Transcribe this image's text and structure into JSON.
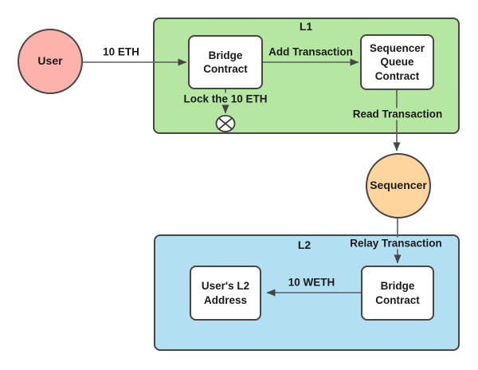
{
  "diagram": {
    "groups": {
      "l1": {
        "label": "L1"
      },
      "l2": {
        "label": "L2"
      }
    },
    "nodes": {
      "user": {
        "label": "User",
        "shape": "circle",
        "fill": "#fdb2ac"
      },
      "bridge_l1": {
        "label": "Bridge Contract",
        "shape": "rounded-box",
        "fill": "#ffffff"
      },
      "sequencer_queue": {
        "label": "Sequencer Queue Contract",
        "shape": "rounded-box",
        "fill": "#ffffff"
      },
      "sequencer": {
        "label": "Sequencer",
        "shape": "circle",
        "fill": "#fdd59d"
      },
      "bridge_l2": {
        "label": "Bridge Contract",
        "shape": "rounded-box",
        "fill": "#ffffff"
      },
      "user_l2_address": {
        "label": "User's L2 Address",
        "shape": "rounded-box",
        "fill": "#ffffff"
      }
    },
    "edges": {
      "deposit": {
        "label": "10 ETH",
        "from": "user",
        "to": "bridge_l1"
      },
      "add_transaction": {
        "label": "Add Transaction",
        "from": "bridge_l1",
        "to": "sequencer_queue"
      },
      "lock": {
        "label": "Lock the 10 ETH",
        "from": "bridge_l1",
        "to": "lock_icon"
      },
      "read_transaction": {
        "label": "Read Transaction",
        "from": "sequencer_queue",
        "to": "sequencer"
      },
      "relay_transaction": {
        "label": "Relay Transaction",
        "from": "sequencer",
        "to": "bridge_l2"
      },
      "mint": {
        "label": "10 WETH",
        "from": "bridge_l2",
        "to": "user_l2_address"
      }
    },
    "icons": {
      "lock": "crossed-circle"
    },
    "colors": {
      "l1_fill": "#b5e6a2",
      "l2_fill": "#b3dff2",
      "user_fill": "#fdb2ac",
      "sequencer_fill": "#fdd59d",
      "node_fill": "#ffffff",
      "stroke": "#464646",
      "line": "#5c5c5c",
      "text": "#1a1a1a",
      "background": "#ffffff"
    }
  }
}
